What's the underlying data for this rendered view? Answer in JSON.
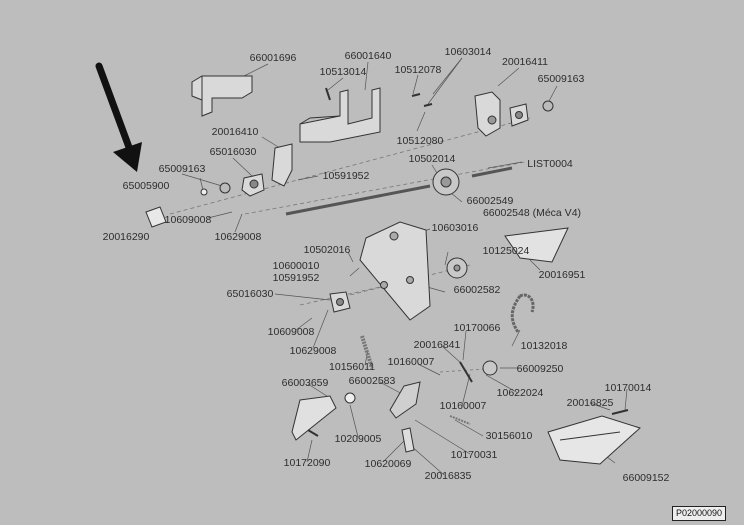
{
  "diagram": {
    "parts": [
      {
        "id": "66001696",
        "text": "66001696"
      },
      {
        "id": "66001640",
        "text": "66001640"
      },
      {
        "id": "10603014",
        "text": "10603014"
      },
      {
        "id": "10513014",
        "text": "10513014"
      },
      {
        "id": "10512078",
        "text": "10512078"
      },
      {
        "id": "20016411",
        "text": "20016411"
      },
      {
        "id": "65009163a",
        "text": "65009163"
      },
      {
        "id": "20016410",
        "text": "20016410"
      },
      {
        "id": "10512080",
        "text": "10512080"
      },
      {
        "id": "65016030a",
        "text": "65016030"
      },
      {
        "id": "10502014",
        "text": "10502014"
      },
      {
        "id": "LIST0004",
        "text": "LIST0004"
      },
      {
        "id": "65009163b",
        "text": "65009163"
      },
      {
        "id": "10591952a",
        "text": "10591952"
      },
      {
        "id": "65005900",
        "text": "65005900"
      },
      {
        "id": "66002549",
        "text": "66002549"
      },
      {
        "id": "66002548",
        "text": "66002548  (Méca V4)"
      },
      {
        "id": "10609008a",
        "text": "10609008"
      },
      {
        "id": "20016290",
        "text": "20016290"
      },
      {
        "id": "10629008a",
        "text": "10629008"
      },
      {
        "id": "10603016",
        "text": "10603016"
      },
      {
        "id": "10502016",
        "text": "10502016"
      },
      {
        "id": "10125024",
        "text": "10125024"
      },
      {
        "id": "10600010",
        "text": "10600010"
      },
      {
        "id": "10591952b",
        "text": "10591952"
      },
      {
        "id": "20016951",
        "text": "20016951"
      },
      {
        "id": "65016030b",
        "text": "65016030"
      },
      {
        "id": "66002582",
        "text": "66002582"
      },
      {
        "id": "10609008b",
        "text": "10609008"
      },
      {
        "id": "10170066",
        "text": "10170066"
      },
      {
        "id": "10629008b",
        "text": "10629008"
      },
      {
        "id": "20016841",
        "text": "20016841"
      },
      {
        "id": "10132018",
        "text": "10132018"
      },
      {
        "id": "10156011",
        "text": "10156011"
      },
      {
        "id": "10160007a",
        "text": "10160007"
      },
      {
        "id": "66009250",
        "text": "66009250"
      },
      {
        "id": "66003659",
        "text": "66003659"
      },
      {
        "id": "66002583",
        "text": "66002583"
      },
      {
        "id": "10622024",
        "text": "10622024"
      },
      {
        "id": "10160007b",
        "text": "10160007"
      },
      {
        "id": "10170014",
        "text": "10170014"
      },
      {
        "id": "20016825",
        "text": "20016825"
      },
      {
        "id": "10209005",
        "text": "10209005"
      },
      {
        "id": "30156010",
        "text": "30156010"
      },
      {
        "id": "10172090",
        "text": "10172090"
      },
      {
        "id": "10620069",
        "text": "10620069"
      },
      {
        "id": "10170031",
        "text": "10170031"
      },
      {
        "id": "20016835",
        "text": "20016835"
      },
      {
        "id": "66009152",
        "text": "66009152"
      }
    ],
    "reference_code": "P02000090"
  }
}
